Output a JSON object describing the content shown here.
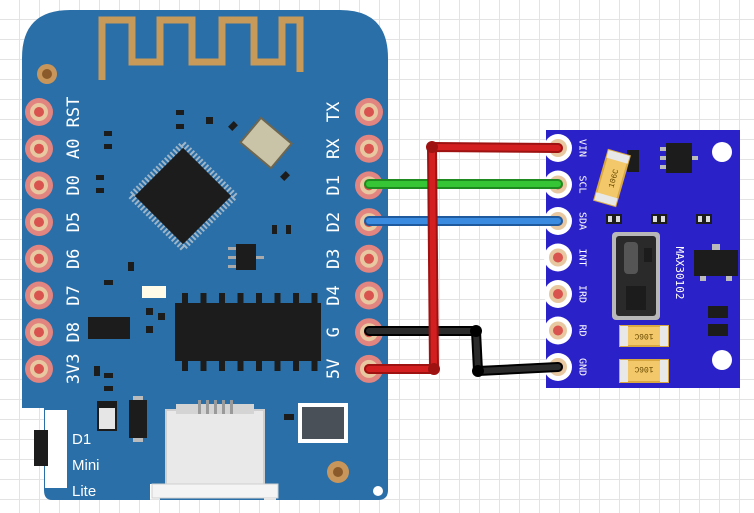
{
  "d1_mini": {
    "left_pins": [
      "RST",
      "A0",
      "D0",
      "D5",
      "D6",
      "D7",
      "D8",
      "3V3"
    ],
    "right_pins": [
      "TX",
      "RX",
      "D1",
      "D2",
      "D3",
      "D4",
      "G",
      "5V"
    ],
    "board_label": [
      "D1",
      "Mini",
      "Lite"
    ]
  },
  "max30102": {
    "name": "MAX30102",
    "pins": [
      "VIN",
      "SCL",
      "SDA",
      "INT",
      "IRD",
      "RD",
      "GND"
    ],
    "capacitor_label": "106C"
  },
  "wires": [
    {
      "from": "5V",
      "to": "VIN",
      "color": "#d31f1f"
    },
    {
      "from": "D1",
      "to": "SCL",
      "color": "#2fbf2f"
    },
    {
      "from": "D2",
      "to": "SDA",
      "color": "#2f7fd6"
    },
    {
      "from": "G",
      "to": "GND",
      "color": "#1a1a1a"
    }
  ],
  "colors": {
    "board_blue": "#2a6fa8",
    "module_blue": "#2b21c9",
    "pad_red": "#d9534f",
    "chip_black": "#1c1c1c"
  }
}
